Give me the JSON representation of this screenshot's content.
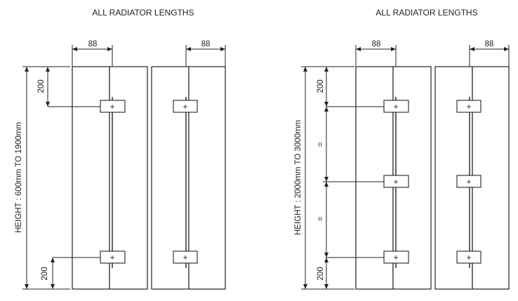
{
  "left": {
    "title": "ALL RADIATOR LENGTHS",
    "width_dim_1": "88",
    "width_dim_2": "88",
    "top_dim": "200",
    "bottom_dim": "200",
    "height_label": "HEIGHT : 600mm TO 1900mm"
  },
  "right": {
    "title": "ALL RADIATOR LENGTHS",
    "width_dim_1": "88",
    "width_dim_2": "88",
    "top_dim": "200",
    "bottom_dim": "200",
    "equal_1": "=",
    "equal_2": "=",
    "height_label": "HEIGHT : 2000mm TO 3000mm"
  }
}
